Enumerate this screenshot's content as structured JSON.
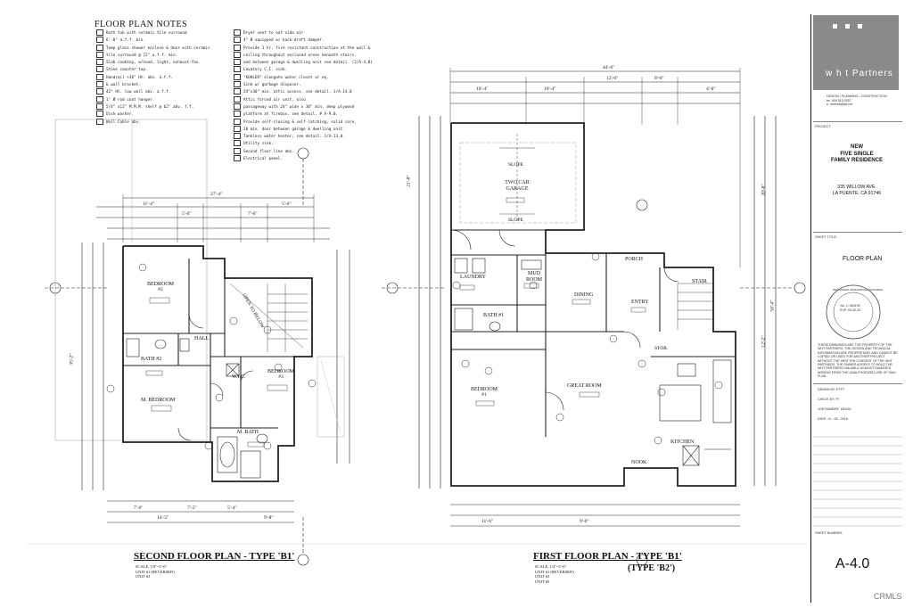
{
  "notes": {
    "title": "FLOOR PLAN NOTES",
    "left": [
      "Bath tub with ceramic tile surround",
      "6'-0\" a.f.f. min.",
      "Temp glass shower enclose & door with ceramic",
      "tile surround @ 72\" a.f.f. min.",
      "Slab cooktop, w/hood, light, exhaust fan.",
      "Stone counter top.",
      "Handrail +36\" Ht. abv. a.f.f.",
      "& wall bracket.",
      "42\" Ht. low wall abv. a.f.f.",
      "1\" Ø rod coat hanger.",
      "5/4\" x12\" M.M.M. shelf @ 62\" abv. f.f.",
      "Dish washer.",
      "Wall Cable abv."
    ],
    "right": [
      "Dryer vent to out side air",
      "4\" Ø equipped w/ back-draft damper.",
      "Provide 1 hr. fire resistant construction at the wall &",
      "ceiling throughout enclosed areas beneath stairs,",
      "and between garage & dwelling unit see detail. (2/A-4.0)",
      "Lavatory C.I. sink.",
      "\"KOHLER\" elongate water closet or eq.",
      "Sink w/ garbage disposer.",
      "24\"x30\" min. attic access. see detail. 1/A-14.0",
      "Attic forced air unit, also",
      "passageway with 24\" wide x 30\" min. deep plywood",
      "platform at firebox, see detail. # A-9.0.",
      "Provide self-closing & self-latching, solid core,",
      "20 min. door between garage & dwelling unit.",
      "Tankless water heater, see detail. 1/A-13.0.",
      "Utility sink.",
      "Second floor line abv.",
      "Electrical panel."
    ]
  },
  "second_floor": {
    "title": "SECOND FLOOR PLAN - TYPE 'B1'",
    "scale": "SCALE: 1/8\"=1'-0\"",
    "unit_a": "UNIT #1 (REVERSED)",
    "unit_b": "UNIT #3",
    "rooms": {
      "bedroom2": "BEDROOM",
      "bedroom2_num": "#2",
      "bedroom3": "BEDROOM",
      "bedroom3_num": "#3",
      "hall": "HALL",
      "bath2": "BATH #2",
      "wic": "W.I.C.",
      "m_bedroom": "M. BEDROOM",
      "m_bath": "M. BATH",
      "open_below": "OPEN TO BELOW"
    },
    "dims": {
      "top": "27'-4\"",
      "overall_bottom": "35'-2\"",
      "d1": "11'-4\"",
      "d2": "5'-0\"",
      "d3": "7'-6\"",
      "d4": "5'-0\"",
      "d5": "14'-5\"",
      "d6": "7'-5\"",
      "d7": "5'-4\"",
      "d8": "7'-0\"",
      "d9": "9'-8\""
    }
  },
  "first_floor": {
    "title": "FIRST FLOOR PLAN - TYPE 'B1'",
    "type_b2": "(TYPE 'B2')",
    "scale": "SCALE: 1/4\"=1'-0\"",
    "unit_a": "UNIT #1 (REVERSED)",
    "unit_b": "UNIT #3",
    "unit_c": "UNIT #5",
    "rooms": {
      "garage": "TWO CAR GARAGE",
      "laundry": "LAUNDRY",
      "mud_room": "MUD ROOM",
      "bath1": "BATH #1",
      "dining": "DINING",
      "porch": "PORCH",
      "entry": "ENTRY",
      "stair": "STAIR",
      "bedroom1": "BEDROOM",
      "bedroom1_num": "#1",
      "great_room": "GREAT ROOM",
      "kitchen": "KITCHEN",
      "nook": "NOOK",
      "stor": "STOR.",
      "slope": "SLOPE"
    },
    "dims": {
      "top": "44'-6\"",
      "d1": "10'-4\"",
      "d2": "10'-4\"",
      "d3": "12'-0\"",
      "d4": "8'-0\"",
      "d5": "4'-0\"",
      "d6": "21'-0\"",
      "d7": "20'-8\"",
      "d8": "58'-4\"",
      "d9": "12'-2\"",
      "d10": "9'-0\"",
      "d11": "11'-6\""
    }
  },
  "title_block": {
    "brand": "w h t Partners",
    "tagline": "DESIGN • PLANNING • CONSTRUCTION",
    "phone": "tel. 909.510.0057",
    "email": "e. whtmdt@att.net",
    "project_label": "PROJECT:",
    "project_lines": [
      "NEW",
      "FIVE SINGLE",
      "FAMILY RESIDENCE"
    ],
    "address_lines": [
      "335 WILLOW AVE.",
      "LA PUENTE, CA 91746"
    ],
    "sheet_title_label": "SHEET TITLE:",
    "sheet_title": "FLOOR PLAN",
    "disclaimer": "These drawings are the property of the wht Partners. The design and technical information are proprietary and cannot be copied or used for another project without the written consent of the wht Partners. The owner agrees to hold the wht Partners unliable against damages arising from the unauthorized use of said plan.",
    "drawn_by_label": "DRAWN BY:",
    "drawn_by": "ETPT",
    "check_by_label": "CHECK BY:",
    "check_by": "PT",
    "job_number_label": "JOB NUMBER:",
    "job_number": "180180",
    "date_label": "DATE:",
    "date": "10 - 08 - 2018",
    "sheet_number_label": "SHEET NUMBER:",
    "sheet_number": "A-4.0",
    "seal_text": "REGISTERED PROFESSIONAL ENGINEER",
    "seal_no": "No. C 060195",
    "seal_exp": "EXP. 09-30-20"
  },
  "watermark": "CRMLS"
}
